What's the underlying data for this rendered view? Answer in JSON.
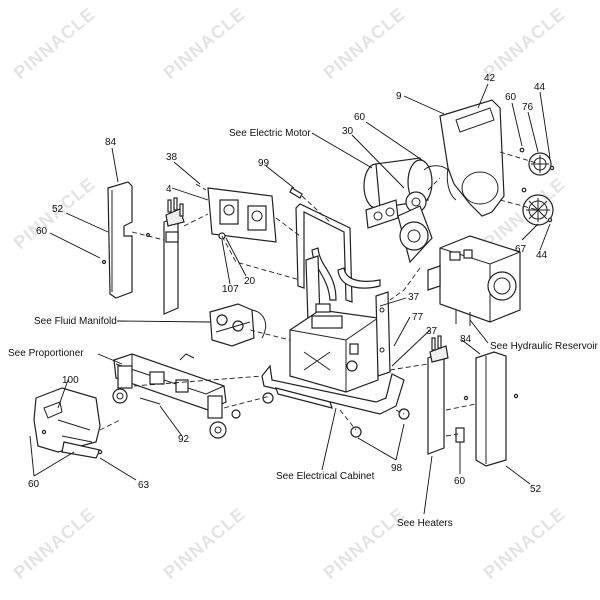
{
  "watermark": "PINNACLE",
  "callouts": [
    {
      "id": "c-84-top",
      "text": "84"
    },
    {
      "id": "c-38",
      "text": "38"
    },
    {
      "id": "c-4",
      "text": "4"
    },
    {
      "id": "c-99",
      "text": "99"
    },
    {
      "id": "c-motor",
      "text": "See Electric Motor"
    },
    {
      "id": "c-60-top",
      "text": "60"
    },
    {
      "id": "c-30",
      "text": "30"
    },
    {
      "id": "c-9",
      "text": "9"
    },
    {
      "id": "c-42",
      "text": "42"
    },
    {
      "id": "c-60-right",
      "text": "60"
    },
    {
      "id": "c-76",
      "text": "76"
    },
    {
      "id": "c-44-top",
      "text": "44"
    },
    {
      "id": "c-52-left",
      "text": "52"
    },
    {
      "id": "c-60-left",
      "text": "60"
    },
    {
      "id": "c-107",
      "text": "107"
    },
    {
      "id": "c-20",
      "text": "20"
    },
    {
      "id": "c-67",
      "text": "67"
    },
    {
      "id": "c-44-bottom",
      "text": "44"
    },
    {
      "id": "c-37-top",
      "text": "37"
    },
    {
      "id": "c-77",
      "text": "77"
    },
    {
      "id": "c-37-mid",
      "text": "37"
    },
    {
      "id": "c-fluid",
      "text": "See Fluid Manifold"
    },
    {
      "id": "c-84-right",
      "text": "84"
    },
    {
      "id": "c-hydraulic",
      "text": "See Hydraulic Reservoir"
    },
    {
      "id": "c-proportioner",
      "text": "See Proportioner"
    },
    {
      "id": "c-100",
      "text": "100"
    },
    {
      "id": "c-92",
      "text": "92"
    },
    {
      "id": "c-98",
      "text": "98"
    },
    {
      "id": "c-cabinet",
      "text": "See Electrical Cabinet"
    },
    {
      "id": "c-60-bottom-left",
      "text": "60"
    },
    {
      "id": "c-63",
      "text": "63"
    },
    {
      "id": "c-60-bottom-right",
      "text": "60"
    },
    {
      "id": "c-52-right",
      "text": "52"
    },
    {
      "id": "c-heaters",
      "text": "See Heaters"
    }
  ]
}
